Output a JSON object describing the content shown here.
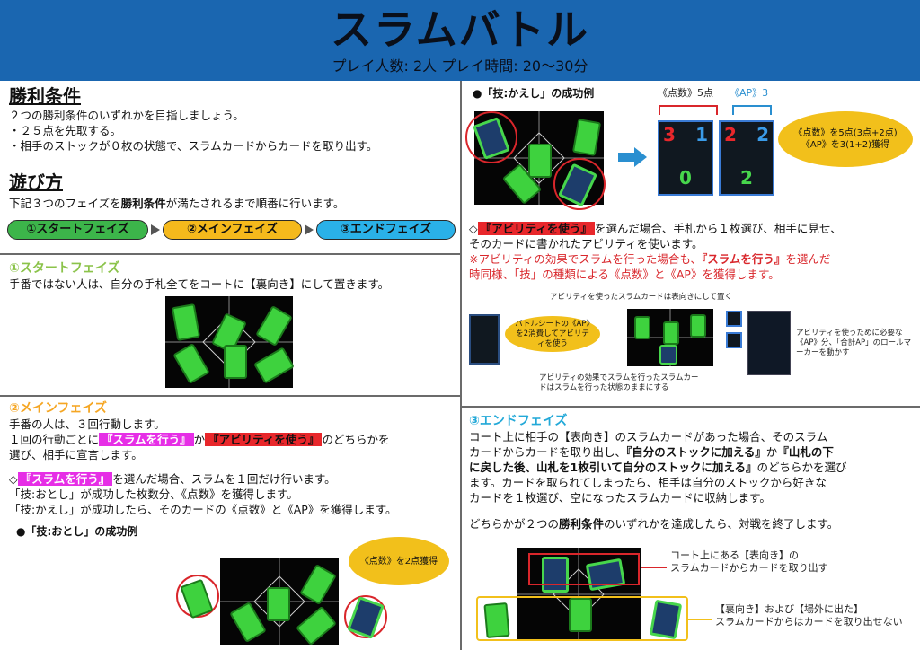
{
  "header": {
    "title": "スラムバトル",
    "subtitle": "プレイ人数: 2人 プレイ時間: 20〜30分"
  },
  "victory": {
    "heading": "勝利条件",
    "intro": "２つの勝利条件のいずれかを目指しましょう。",
    "rule1": "・２５点を先取する。",
    "rule2": "・相手のストックが０枚の状態で、スラムカードからカードを取り出す。"
  },
  "howto": {
    "heading": "遊び方",
    "intro_pre": "下記３つのフェイズを",
    "intro_bold": "勝利条件",
    "intro_post": "が満たされるまで順番に行います。",
    "phases": [
      {
        "label": "①スタートフェイズ",
        "color": "#3cb54a"
      },
      {
        "label": "②メインフェイズ",
        "color": "#f5b91c"
      },
      {
        "label": "③エンドフェイズ",
        "color": "#2ab1e8"
      }
    ]
  },
  "start_phase": {
    "heading": "①スタートフェイズ",
    "text": "手番ではない人は、自分の手札全てをコートに【裏向き】にして置きます。"
  },
  "main_phase": {
    "heading": "②メインフェイズ",
    "line1": "手番の人は、３回行動します。",
    "line2_pre": "１回の行動ごとに",
    "slam": "『スラムを行う』",
    "line2_mid": "か",
    "ability": "『アビリティを使う』",
    "line2_post": "のどちらかを",
    "line3": "選び、相手に宣言します。",
    "slam_sel_pre": "◇",
    "slam_sel_post": "を選んだ場合、スラムを１回だけ行います。",
    "otoshi": "「技:おとし」が成功した枚数分、《点数》を獲得します。",
    "kaeshi": "「技:かえし」が成功したら、そのカードの《点数》と《AP》を獲得します。",
    "example_title": "●「技:おとし」の成功例",
    "bubble": "《点数》を2点獲得"
  },
  "kaeshi_example": {
    "title": "●「技:かえし」の成功例",
    "label_points": "《点数》5点",
    "label_ap": "《AP》3",
    "bubble_line1": "《点数》を5点(3点+2点)",
    "bubble_line2": "《AP》を3(1+2)獲得",
    "card_left_top": "3",
    "card_left_right": "1",
    "card_left_bottom": "0",
    "card_right_top": "2",
    "card_right_right": "2",
    "card_right_bottom": "2"
  },
  "ability": {
    "sel_pre": "◇",
    "sel_label": "『アビリティを使う』",
    "sel_post": "を選んだ場合、手札から１枚選び、相手に見せ、",
    "line2": "そのカードに書かれたアビリティを使います。",
    "red1_pre": "※アビリティの効果でスラムを行った場合も、",
    "red1_bold": "『スラムを行う』",
    "red1_post": "を選んだ",
    "red2": "時同様、「技」の種類による《点数》と《AP》を獲得します。",
    "note_top": "アビリティを使ったスラムカードは表向きにして置く",
    "note_bubble": "バトルシートの《AP》を2消費してアビリティを使う",
    "note_right": "アビリティを使うために必要な《AP》分、「合計AP」のロールマーカーを動かす",
    "note_bottom": "アビリティの効果でスラムを行ったスラムカードはスラムを行った状態のままにする"
  },
  "end_phase": {
    "heading": "③エンドフェイズ",
    "line1": "コート上に相手の【表向き】のスラムカードがあった場合、そのスラム",
    "line2_pre": "カードからカードを取り出し、",
    "line2_bold": "『自分のストックに加える』",
    "line2_mid": "か",
    "line2_bold2": "『山札の下",
    "line3_bold": "に戻した後、山札を1枚引いて自分のストックに加える』",
    "line3_post": "のどちらかを選び",
    "line4": "ます。カードを取られてしまったら、相手は自分のストックから好きな",
    "line5": "カードを１枚選び、空になったスラムカードに収納します。",
    "line6_pre": "どちらかが２つの",
    "line6_bold": "勝利条件",
    "line6_post": "のいずれかを達成したら、対戦を終了します。",
    "note1_line1": "コート上にある【表向き】の",
    "note1_line2": "スラムカードからカードを取り出す",
    "note2_line1": "【裏向き】および【場外に出た】",
    "note2_line2": "スラムカードからはカードを取り出せない"
  },
  "colors": {
    "header_bg": "#1a66b0",
    "start": "#8bc34a",
    "main": "#f5a623",
    "end": "#23a9d8",
    "highlight_pink": "#e62ee6",
    "highlight_red": "#e8272b",
    "bubble": "#f2c01b"
  }
}
